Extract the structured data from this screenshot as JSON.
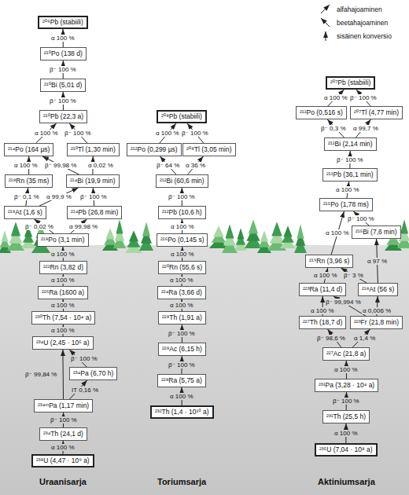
{
  "diagram": {
    "nodes": [
      {
        "text": [
          "²⁰⁶Pb (stabiili)"
        ]
      },
      {
        "text": [
          "²¹⁰Po (138 d)"
        ]
      },
      {
        "text": [
          "²¹⁰Bi (5,01 d)"
        ]
      },
      {
        "text": [
          "²¹⁰Pb (22,3 a)"
        ]
      },
      {
        "text": [
          "²¹⁴Po (164 µs)"
        ]
      },
      {
        "text": [
          "²¹⁰Tl (1,30 min)"
        ]
      },
      {
        "text": [
          "²¹⁸Rn (35 ms)"
        ]
      },
      {
        "text": [
          "²¹⁴Bi (19,9 min)"
        ]
      },
      {
        "text": [
          "²¹⁸At (1,6 s)"
        ]
      },
      {
        "text": [
          "²¹⁴Pb (26,8 min)"
        ]
      },
      {
        "text": [
          "²¹⁸Po (3,1 min)"
        ]
      },
      {
        "text": [
          "²²²Rn (3,82 d)"
        ]
      },
      {
        "text": [
          "²²⁶Ra (1600 a)"
        ]
      },
      {
        "text": [
          "²³⁰Th (7,54 · 10⁴ a)"
        ]
      },
      {
        "text": [
          "²³⁴U (2,45 · 10⁵ a)"
        ]
      },
      {
        "text": [
          "²³⁴Pa (6,70 h)"
        ]
      },
      {
        "text": [
          "²³⁴ᵐPa (1,17 min)"
        ]
      },
      {
        "text": [
          "²³⁴Th (24,1 d)"
        ]
      },
      {
        "text": [
          "²³⁸U (4,47 · 10⁹ a)"
        ]
      },
      {
        "text": [
          "²⁰⁸Pb (stabiili)"
        ]
      },
      {
        "text": [
          "²¹²Po (0,299 µs)"
        ]
      },
      {
        "text": [
          "²⁰⁸Tl (3,05 min)"
        ]
      },
      {
        "text": [
          "²¹²Bi (60,6 min)"
        ]
      },
      {
        "text": [
          "²¹²Pb (10,6 h)"
        ]
      },
      {
        "text": [
          "²¹⁶Po (0,145 s)"
        ]
      },
      {
        "text": [
          "²²⁰Rn (55,6 s)"
        ]
      },
      {
        "text": [
          "²²⁴Ra (3,66 d)"
        ]
      },
      {
        "text": [
          "²²⁸Th (1,91 a)"
        ]
      },
      {
        "text": [
          "²²⁸Ac (6,15 h)"
        ]
      },
      {
        "text": [
          "²²⁸Ra (5,75 a)"
        ]
      },
      {
        "text": [
          "²³²Th (1,4 · 10¹⁰ a)"
        ]
      },
      {
        "text": [
          "²⁰⁷Pb (stabiili)"
        ]
      },
      {
        "text": [
          "²¹¹Po (0,516 s)"
        ]
      },
      {
        "text": [
          "²⁰⁷Tl (4,77 min)"
        ]
      },
      {
        "text": [
          "²¹¹Bi (2,14 min)"
        ]
      },
      {
        "text": [
          "²¹¹Pb (36,1 min)"
        ]
      },
      {
        "text": [
          "²¹⁵Po (1,78 ms)"
        ]
      },
      {
        "text": [
          "²¹⁵Bi (7,6 min)"
        ]
      },
      {
        "text": [
          "²¹⁹Rn (3,96 s)"
        ]
      },
      {
        "text": [
          "²²³Ra (11,4 d)"
        ]
      },
      {
        "text": [
          "²¹⁸At (56 s)"
        ]
      },
      {
        "text": [
          "²²⁷Th (18,7 d)"
        ]
      },
      {
        "text": [
          "²²³Fr (21,8 min)"
        ]
      },
      {
        "text": [
          "²²⁷Ac (21,8 a)"
        ]
      },
      {
        "text": [
          "²³¹Pa (3,28 · 10⁴ a)"
        ]
      },
      {
        "text": [
          "²³¹Th (25,5 h)"
        ]
      },
      {
        "text": [
          "²³⁵U (7,04 · 10⁸ a)"
        ]
      }
    ],
    "edges": [
      {
        "from": 18,
        "to": 17,
        "label": "α 100 %",
        "arrow": "to"
      },
      {
        "from": 17,
        "to": 16,
        "label": "β⁻ 100 %",
        "arrow": "to"
      },
      {
        "from": 16,
        "to": 14,
        "label": "β⁻ 99,84 %",
        "arrow": "to"
      },
      {
        "from": 16,
        "to": 15,
        "label": "IT 0,16 %",
        "arrow": "to"
      },
      {
        "from": 15,
        "to": 14,
        "label": "β⁻ 100 %",
        "arrow": "to"
      },
      {
        "from": 14,
        "to": 13,
        "label": "α 100 %",
        "arrow": "to"
      },
      {
        "from": 13,
        "to": 12,
        "label": "α 100 %",
        "arrow": "to"
      },
      {
        "from": 12,
        "to": 11,
        "label": "α 100 %",
        "arrow": "to"
      },
      {
        "from": 11,
        "to": 10,
        "label": "α 100 %",
        "arrow": "to"
      },
      {
        "from": 10,
        "to": 8,
        "label": "β⁻ 0,02 %",
        "arrow": "to"
      },
      {
        "from": 10,
        "to": 9,
        "label": "α 99,98 %",
        "arrow": "to"
      },
      {
        "from": 8,
        "to": 6,
        "label": "β⁻ 0,1 %",
        "arrow": "to"
      },
      {
        "from": 8,
        "to": 7,
        "label": "α 99,9 %",
        "arrow": "to"
      },
      {
        "from": 9,
        "to": 7,
        "label": "β⁻ 100 %",
        "arrow": "to"
      },
      {
        "from": 6,
        "to": 4,
        "label": "α 100 %",
        "arrow": "to"
      },
      {
        "from": 7,
        "to": 4,
        "label": "β⁻ 99,98 %",
        "arrow": "to"
      },
      {
        "from": 7,
        "to": 5,
        "label": "α 0,02 %",
        "arrow": "to"
      },
      {
        "from": 4,
        "to": 3,
        "label": "α 100 %",
        "arrow": "to"
      },
      {
        "from": 5,
        "to": 3,
        "label": "β⁻ 100 %",
        "arrow": "to"
      },
      {
        "from": 3,
        "to": 2,
        "label": "β⁻ 100 %",
        "arrow": "to"
      },
      {
        "from": 2,
        "to": 1,
        "label": "β⁻ 100 %",
        "arrow": "to"
      },
      {
        "from": 1,
        "to": 0,
        "label": "α 100 %",
        "arrow": "to"
      },
      {
        "from": 30,
        "to": 29,
        "label": "α 100 %",
        "arrow": "to"
      },
      {
        "from": 29,
        "to": 28,
        "label": "β⁻ 100 %",
        "arrow": "to"
      },
      {
        "from": 28,
        "to": 27,
        "label": "β⁻ 100 %",
        "arrow": "to"
      },
      {
        "from": 27,
        "to": 26,
        "label": "α 100 %",
        "arrow": "to"
      },
      {
        "from": 26,
        "to": 25,
        "label": "α 100 %",
        "arrow": "to"
      },
      {
        "from": 25,
        "to": 24,
        "label": "α 100 %",
        "arrow": "to"
      },
      {
        "from": 24,
        "to": 23,
        "label": "α 100 %",
        "arrow": "to"
      },
      {
        "from": 23,
        "to": 22,
        "label": "β⁻ 100 %",
        "arrow": "to"
      },
      {
        "from": 22,
        "to": 20,
        "label": "β⁻ 64 %",
        "arrow": "to"
      },
      {
        "from": 22,
        "to": 21,
        "label": "α 36 %",
        "arrow": "to"
      },
      {
        "from": 20,
        "to": 19,
        "label": "α 100 %",
        "arrow": "to"
      },
      {
        "from": 21,
        "to": 19,
        "label": "β⁻ 100 %",
        "arrow": "to"
      },
      {
        "from": 46,
        "to": 45,
        "label": "α 100 %",
        "arrow": "to"
      },
      {
        "from": 45,
        "to": 44,
        "label": "β⁻ 100 %",
        "arrow": "to"
      },
      {
        "from": 44,
        "to": 43,
        "label": "α 100 %",
        "arrow": "to"
      },
      {
        "from": 43,
        "to": 41,
        "label": "β⁻ 98,6 %",
        "arrow": "to"
      },
      {
        "from": 43,
        "to": 42,
        "label": "α 1,4 %",
        "arrow": "to"
      },
      {
        "from": 41,
        "to": 39,
        "label": "α 100 %",
        "arrow": "to"
      },
      {
        "from": 42,
        "to": 39,
        "label": "β⁻ 99,994 %",
        "arrow": "to"
      },
      {
        "from": 42,
        "to": 40,
        "label": "α 0,006 %",
        "arrow": "to"
      },
      {
        "from": 39,
        "to": 38,
        "label": "α 100 %",
        "arrow": "to"
      },
      {
        "from": 40,
        "to": 38,
        "label": "β⁻ 3 %",
        "arrow": "to"
      },
      {
        "from": 40,
        "to": 37,
        "label": "α 97 %",
        "arrow": "to"
      },
      {
        "from": 38,
        "to": 36,
        "label": "α 100 %",
        "arrow": "to"
      },
      {
        "from": 37,
        "to": 36,
        "label": "β⁻ 100 %",
        "arrow": "to"
      },
      {
        "from": 36,
        "to": 35,
        "label": "α 100 %",
        "arrow": "to"
      },
      {
        "from": 35,
        "to": 34,
        "label": "β⁻ 100 %",
        "arrow": "to"
      },
      {
        "from": 34,
        "to": 32,
        "label": "β⁻ 0,3 %",
        "arrow": "to"
      },
      {
        "from": 34,
        "to": 33,
        "label": "α 99,7 %",
        "arrow": "to"
      },
      {
        "from": 32,
        "to": 31,
        "label": "α 100 %",
        "arrow": "to"
      },
      {
        "from": 33,
        "to": 31,
        "label": "β⁻ 100 %",
        "arrow": "to"
      }
    ],
    "labels": [
      "Uraanisarja",
      "Toriumsarja",
      "Aktiniumsarja"
    ],
    "legend": [
      {
        "text": "alfahajoaminen"
      },
      {
        "text": "beetahajoaminen"
      },
      {
        "text": "sisäinen konversio"
      }
    ]
  }
}
